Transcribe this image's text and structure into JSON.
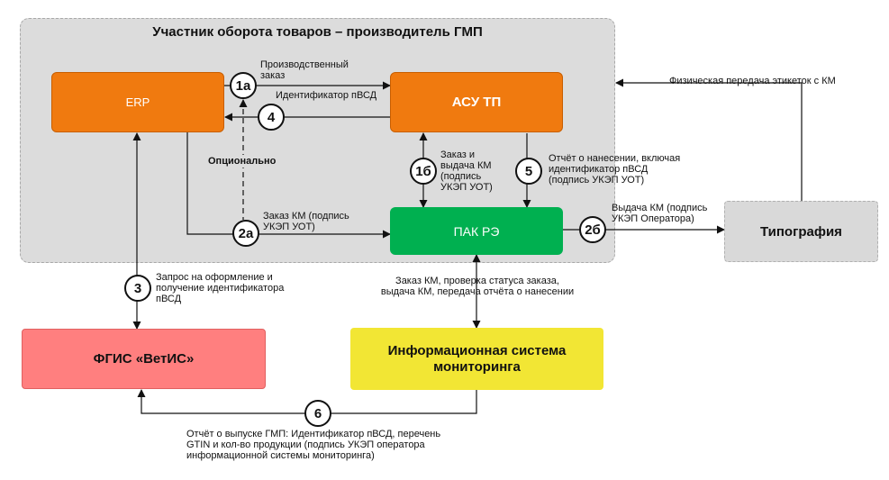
{
  "colors": {
    "participant_area": "#dcdcdc",
    "erp": "#f07a0f",
    "asu_tp": "#f07a0f",
    "pak_re": "#00b050",
    "fgis": "#ff7f7f",
    "ism": "#f2e634",
    "typography": "#d9d9d9"
  },
  "participant_area": {
    "title": "Участник оборота товаров – производитель ГМП"
  },
  "boxes": {
    "erp": "ERP",
    "asu_tp": "АСУ ТП",
    "pak_re": "ПАК РЭ",
    "fgis": "ФГИС «ВетИС»",
    "ism": "Информационная система мониторинга",
    "typography": "Типография"
  },
  "steps": {
    "s1a": {
      "num": "1а",
      "label": "Производственный заказ"
    },
    "s4": {
      "num": "4",
      "label": "Идентификатор пВСД"
    },
    "optional": {
      "label": "Опционально"
    },
    "s2a": {
      "num": "2а",
      "label": "Заказ КМ (подпись УКЭП УОТ)"
    },
    "s1b": {
      "num": "1б",
      "label": "Заказ и выдача КМ (подпись УКЭП УОТ)"
    },
    "s5": {
      "num": "5",
      "label": "Отчёт о нанесении, включая идентификатор пВСД (подпись УКЭП УОТ)"
    },
    "s2b": {
      "num": "2б",
      "label": "Выдача КМ (подпись УКЭП Оператора)"
    },
    "s3": {
      "num": "3",
      "label": "Запрос на оформление и получение идентификатора пВСД"
    },
    "s6": {
      "num": "6",
      "label": "Отчёт о выпуске ГМП: Идентификатор пВСД, перечень GTIN и кол-во продукции (подпись УКЭП оператора информационной системы мониторинга)"
    },
    "physical": {
      "label": "Физическая передача этикеток с КМ"
    },
    "ism_link": {
      "label": "Заказ КМ, проверка статуса заказа, выдача КМ, передача отчёта о нанесении"
    }
  }
}
